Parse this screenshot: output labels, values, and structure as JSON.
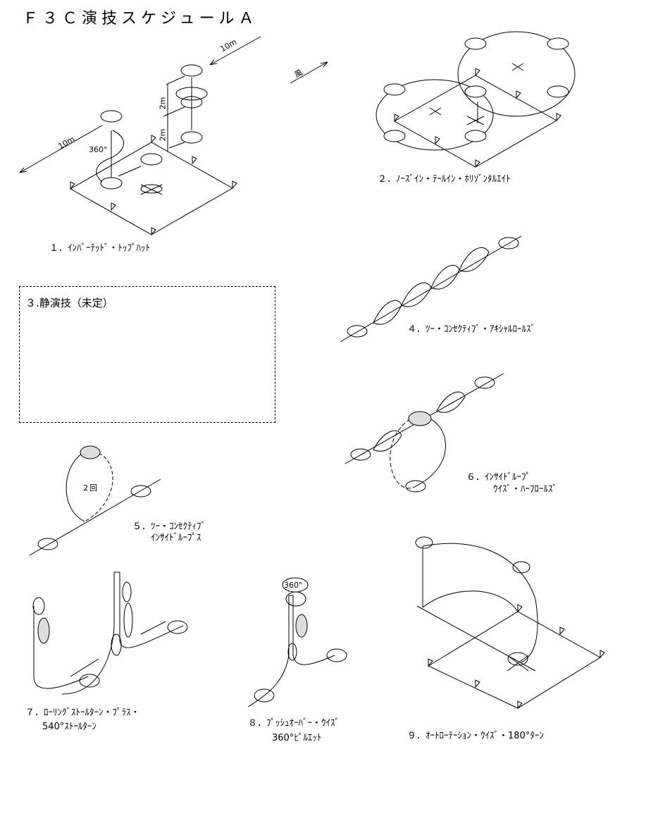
{
  "title": "Ｆ３Ｃ演技スケジュールＡ",
  "maneuvers": [
    {
      "label": "１．ｲﾝﾊﾞｰﾃｯﾄﾞ・ﾄｯﾌﾟﾊｯﾄ"
    },
    {
      "label": "２．ﾉｰｽﾞｲﾝ・ﾃｰﾙｲﾝ・ﾎﾘｿﾞﾝﾀﾙｴｲﾄ"
    },
    {
      "label": "３.静演技（未定）"
    },
    {
      "label": "４．ﾂｰ・ｺﾝｾｸﾃｨﾌﾞ・ｱｷｼｬﾙﾛｰﾙｽﾞ"
    },
    {
      "label": "５．ﾂｰ・ｺﾝｾｸﾃｨﾌﾞ",
      "label2": "ｲﾝｻｲﾄﾞﾙｰﾌﾟｽ"
    },
    {
      "label": "６．ｲﾝｻｲﾄﾞﾙｰﾌﾟ",
      "label2": "ｳｲｽﾞ・ﾊｰﾌﾛｰﾙｽﾞ"
    },
    {
      "label": "７．ﾛｰﾘﾝｸﾞｽﾄｰﾙﾀｰﾝ・ﾌﾟﾗｽ・",
      "label2": "540°ｽﾄｰﾙﾀｰﾝ"
    },
    {
      "label": "８．ﾌﾟｯｼｭｵｰﾊﾞｰ・ｳｲｽﾞ",
      "label2": "360°ﾋﾟﾙｴｯﾄ"
    },
    {
      "label": "９．ｵｰﾄﾛｰﾃｰｼｮﾝ・ｳｲｽﾞ・180°ﾀｰﾝ"
    }
  ],
  "annotations": {
    "distance_10m": "10m",
    "height_2m": "2m",
    "rotation_360": "360°",
    "wind": "風",
    "times_2": "２回",
    "pirouette_360": "360°"
  }
}
